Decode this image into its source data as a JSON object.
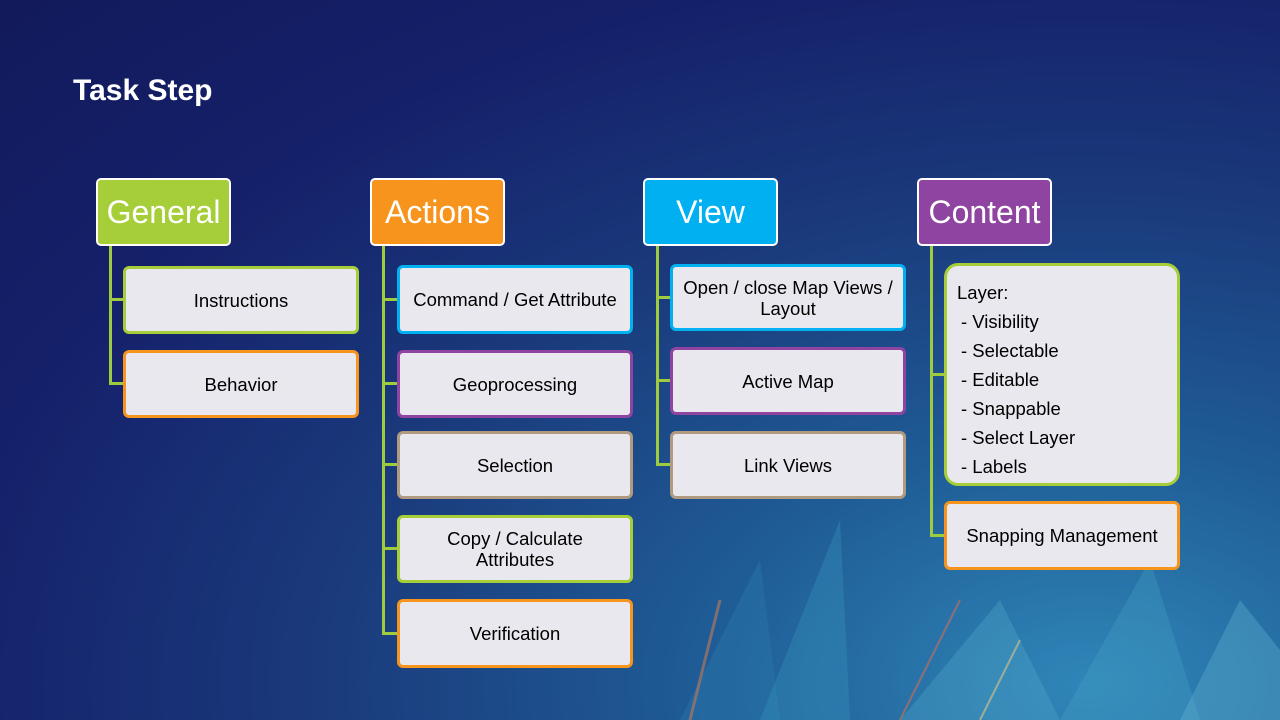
{
  "title": "Task Step",
  "colors": {
    "green": "#a6ce39",
    "orange": "#f7941d",
    "cyan": "#00b0f0",
    "purple": "#8e44a0",
    "tan": "#b09a80"
  },
  "columns": [
    {
      "header": "General",
      "items": [
        "Instructions",
        "Behavior"
      ]
    },
    {
      "header": "Actions",
      "items": [
        "Command / Get Attribute",
        "Geoprocessing",
        "Selection",
        "Copy / Calculate Attributes",
        "Verification"
      ]
    },
    {
      "header": "View",
      "items": [
        "Open / close Map Views / Layout",
        "Active Map",
        "Link Views"
      ]
    },
    {
      "header": "Content",
      "layer": {
        "label": "Layer:",
        "items": [
          "- Visibility",
          "- Selectable",
          "- Editable",
          "- Snappable",
          "- Select Layer",
          "- Labels"
        ]
      },
      "items": [
        "Snapping Management"
      ]
    }
  ]
}
